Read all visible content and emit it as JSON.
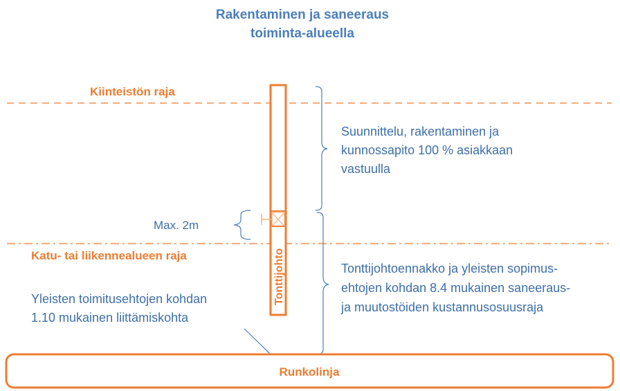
{
  "title": {
    "line1": "Rakentaminen ja saneeraus",
    "line2": "toiminta-alueella"
  },
  "labels": {
    "property_boundary": "Kiinteistön raja",
    "street_boundary": "Katu- tai liikennealueen raja",
    "max_distance": "Max. 2m",
    "service_pipe": "Tonttijohto",
    "main_line": "Runkolinja"
  },
  "connection_point": {
    "line1": "Yleisten toimitusehtojen kohdan",
    "line2": "1.10 mukainen liittämiskohta"
  },
  "customer_responsibility": {
    "line1": "Suunnittelu, rakentaminen ja",
    "line2": "kunnossapito 100 % asiakkaan",
    "line3": "vastuulla"
  },
  "cost_sharing": {
    "line1": "Tonttijohtoennakko ja yleisten sopimus-",
    "line2": "ehtojen kohdan 8.4 mukainen saneeraus-",
    "line3": "ja muutostöiden kustannusosuusraja"
  },
  "colors": {
    "orange": "#ED7D31",
    "blue": "#3E6FA8",
    "label_blue": "#4A7EBB"
  }
}
